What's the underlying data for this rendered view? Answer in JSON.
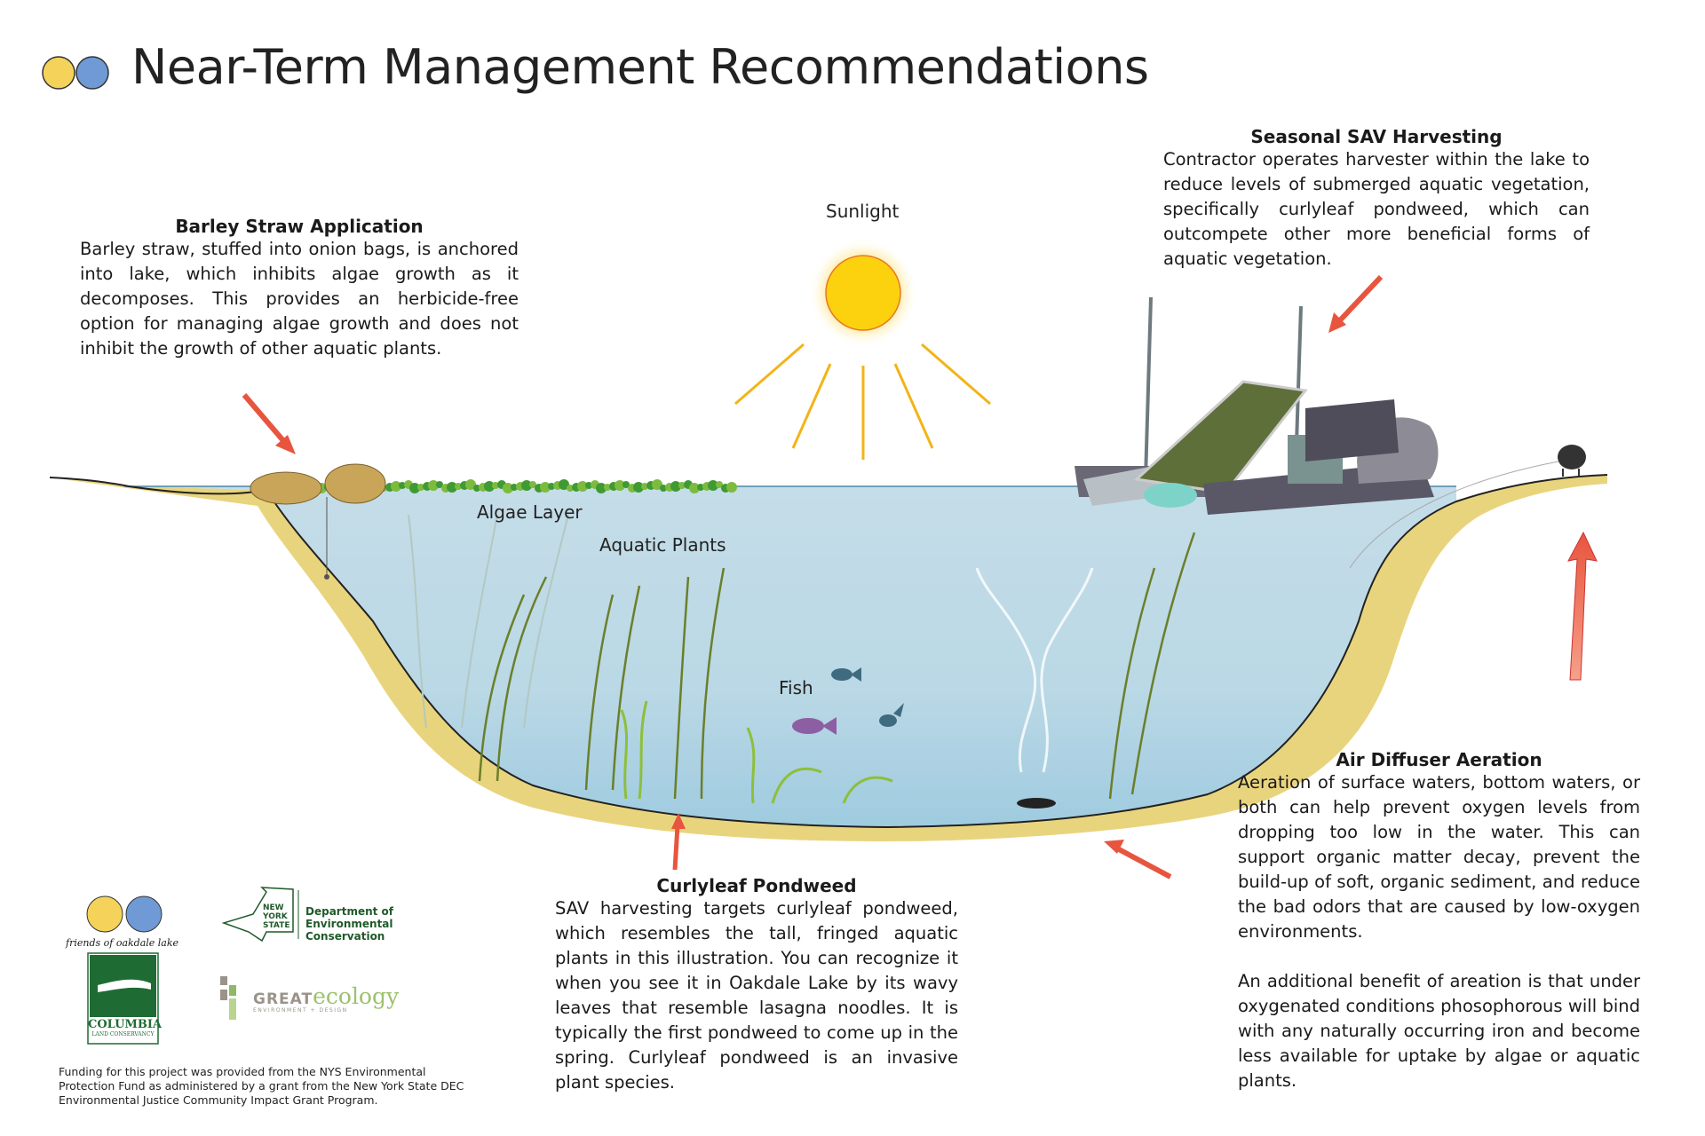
{
  "title": "Near-Term Management Recommendations",
  "labels": {
    "sunlight": "Sunlight",
    "algae_layer": "Algae Layer",
    "aquatic_plants": "Aquatic Plants",
    "fish": "Fish"
  },
  "sections": {
    "barley": {
      "heading": "Barley Straw Application",
      "body": "Barley straw, stuffed into onion bags, is anchored into lake, which inhibits algae growth as it decomposes. This provides an herbicide-free option for managing algae growth and does not inhibit the growth of other aquatic plants."
    },
    "harvesting": {
      "heading": "Seasonal SAV Harvesting",
      "body": "Contractor operates harvester within the lake to reduce levels of submerged aquatic vegetation, specifically curlyleaf pondweed, which can outcompete other more beneficial forms of aquatic vegetation."
    },
    "curlyleaf": {
      "heading": "Curlyleaf Pondweed",
      "body": "SAV harvesting targets curlyleaf pondweed, which resembles the tall, fringed aquatic plants in this illustration. You can recognize it when you see it in Oakdale Lake by its wavy leaves that resemble lasagna noodles. It is typically the first pondweed to come up in the spring. Curlyleaf pondweed is an invasive plant species."
    },
    "aeration": {
      "heading": "Air Diffuser Aeration",
      "body1": "Aeration of surface waters, bottom waters, or both can help prevent oxygen levels from dropping too low in the water. This can support organic matter decay, prevent the build-up of soft, organic sediment, and reduce the bad odors that are caused by low-oxygen environments.",
      "body2": "An additional benefit of areation is that under oxygenated conditions phosophorous will bind with any naturally occurring iron and become less available for uptake by algae or aquatic plants."
    }
  },
  "logos": {
    "friends": "friends of oakdale lake",
    "nys_state": [
      "NEW",
      "YORK",
      "STATE"
    ],
    "dec": [
      "Department of",
      "Environmental",
      "Conservation"
    ],
    "columbia": "COLUMBIA",
    "columbia_sub": "LAND CONSERVANCY",
    "great": "GREAT",
    "ecology": "ecology",
    "great_sub": "ENVIRONMENT + DESIGN"
  },
  "funding": "Funding for this project was provided from the NYS Environmental Protection Fund as administered by a grant from the New York State DEC Environmental Justice Community Impact Grant Program.",
  "colors": {
    "water": "#bcd9e6",
    "sand": "#e9d47e",
    "sun": "#fcd20f",
    "arrow": "#e8553e",
    "algae": "#3f9a34"
  }
}
